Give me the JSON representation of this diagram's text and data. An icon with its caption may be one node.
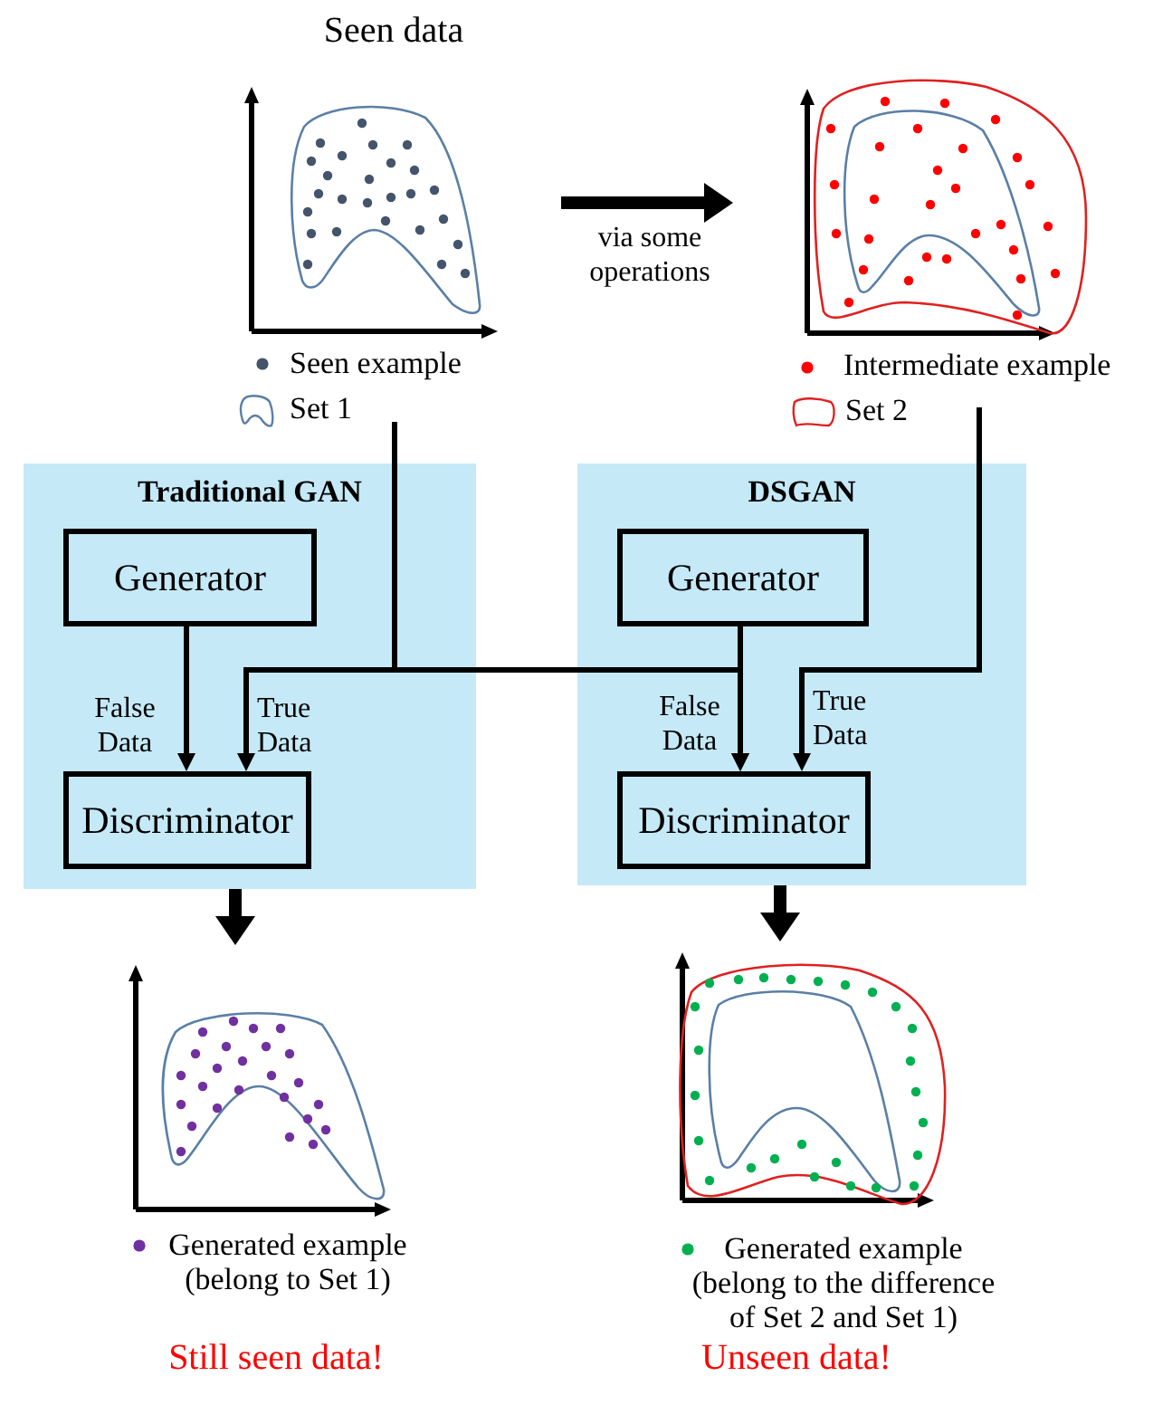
{
  "diagram": {
    "nodes": [
      {
        "text": [
          "Seen data"
        ]
      },
      {
        "text": [],
        "shape": "picture"
      },
      {
        "text": [
          "Traditional GAN"
        ]
      },
      {
        "text": [
          "Generator"
        ],
        "in": 2
      },
      {
        "text": [
          "Discriminator"
        ],
        "in": 2
      },
      {
        "text": [
          "DSGAN"
        ]
      },
      {
        "text": [
          "Generator"
        ],
        "in": 5
      },
      {
        "text": [
          "Discriminator"
        ],
        "in": 5
      },
      {
        "text": [],
        "shape": "picture"
      },
      {
        "text": [],
        "shape": "picture"
      }
    ],
    "edges": [
      {
        "from": 0,
        "to": 1,
        "arrow": "to",
        "label": "via some operations",
        "style": "thick"
      },
      {
        "from": 3,
        "to": 4,
        "arrow": "to",
        "label": "False Data"
      },
      {
        "from": 0,
        "to": 4,
        "arrow": "to",
        "label": "True Data"
      },
      {
        "from": 6,
        "to": 7,
        "arrow": "to",
        "label": "False Data"
      },
      {
        "from": 0,
        "to": 7,
        "arrow": "to"
      },
      {
        "from": 1,
        "to": 7,
        "arrow": "to",
        "label": "True Data"
      },
      {
        "from": 2,
        "to": 8,
        "arrow": "to",
        "style": "thick"
      },
      {
        "from": 5,
        "to": 9,
        "arrow": "to",
        "style": "thick"
      }
    ],
    "labels": [
      "Still seen data!",
      "Unseen data!"
    ],
    "legend": [
      {
        "text": "Seen example",
        "color": "#44546a"
      },
      {
        "text": "Set 1"
      },
      {
        "text": "Intermediate example",
        "color": "#ff0000"
      },
      {
        "text": "Set 2"
      },
      {
        "text": "Generated example (belong to Set 1)",
        "color": "#7030a0"
      },
      {
        "text": "Generated example (belong to the difference of Set 2 and Set 1)",
        "color": "#00b050"
      }
    ]
  }
}
